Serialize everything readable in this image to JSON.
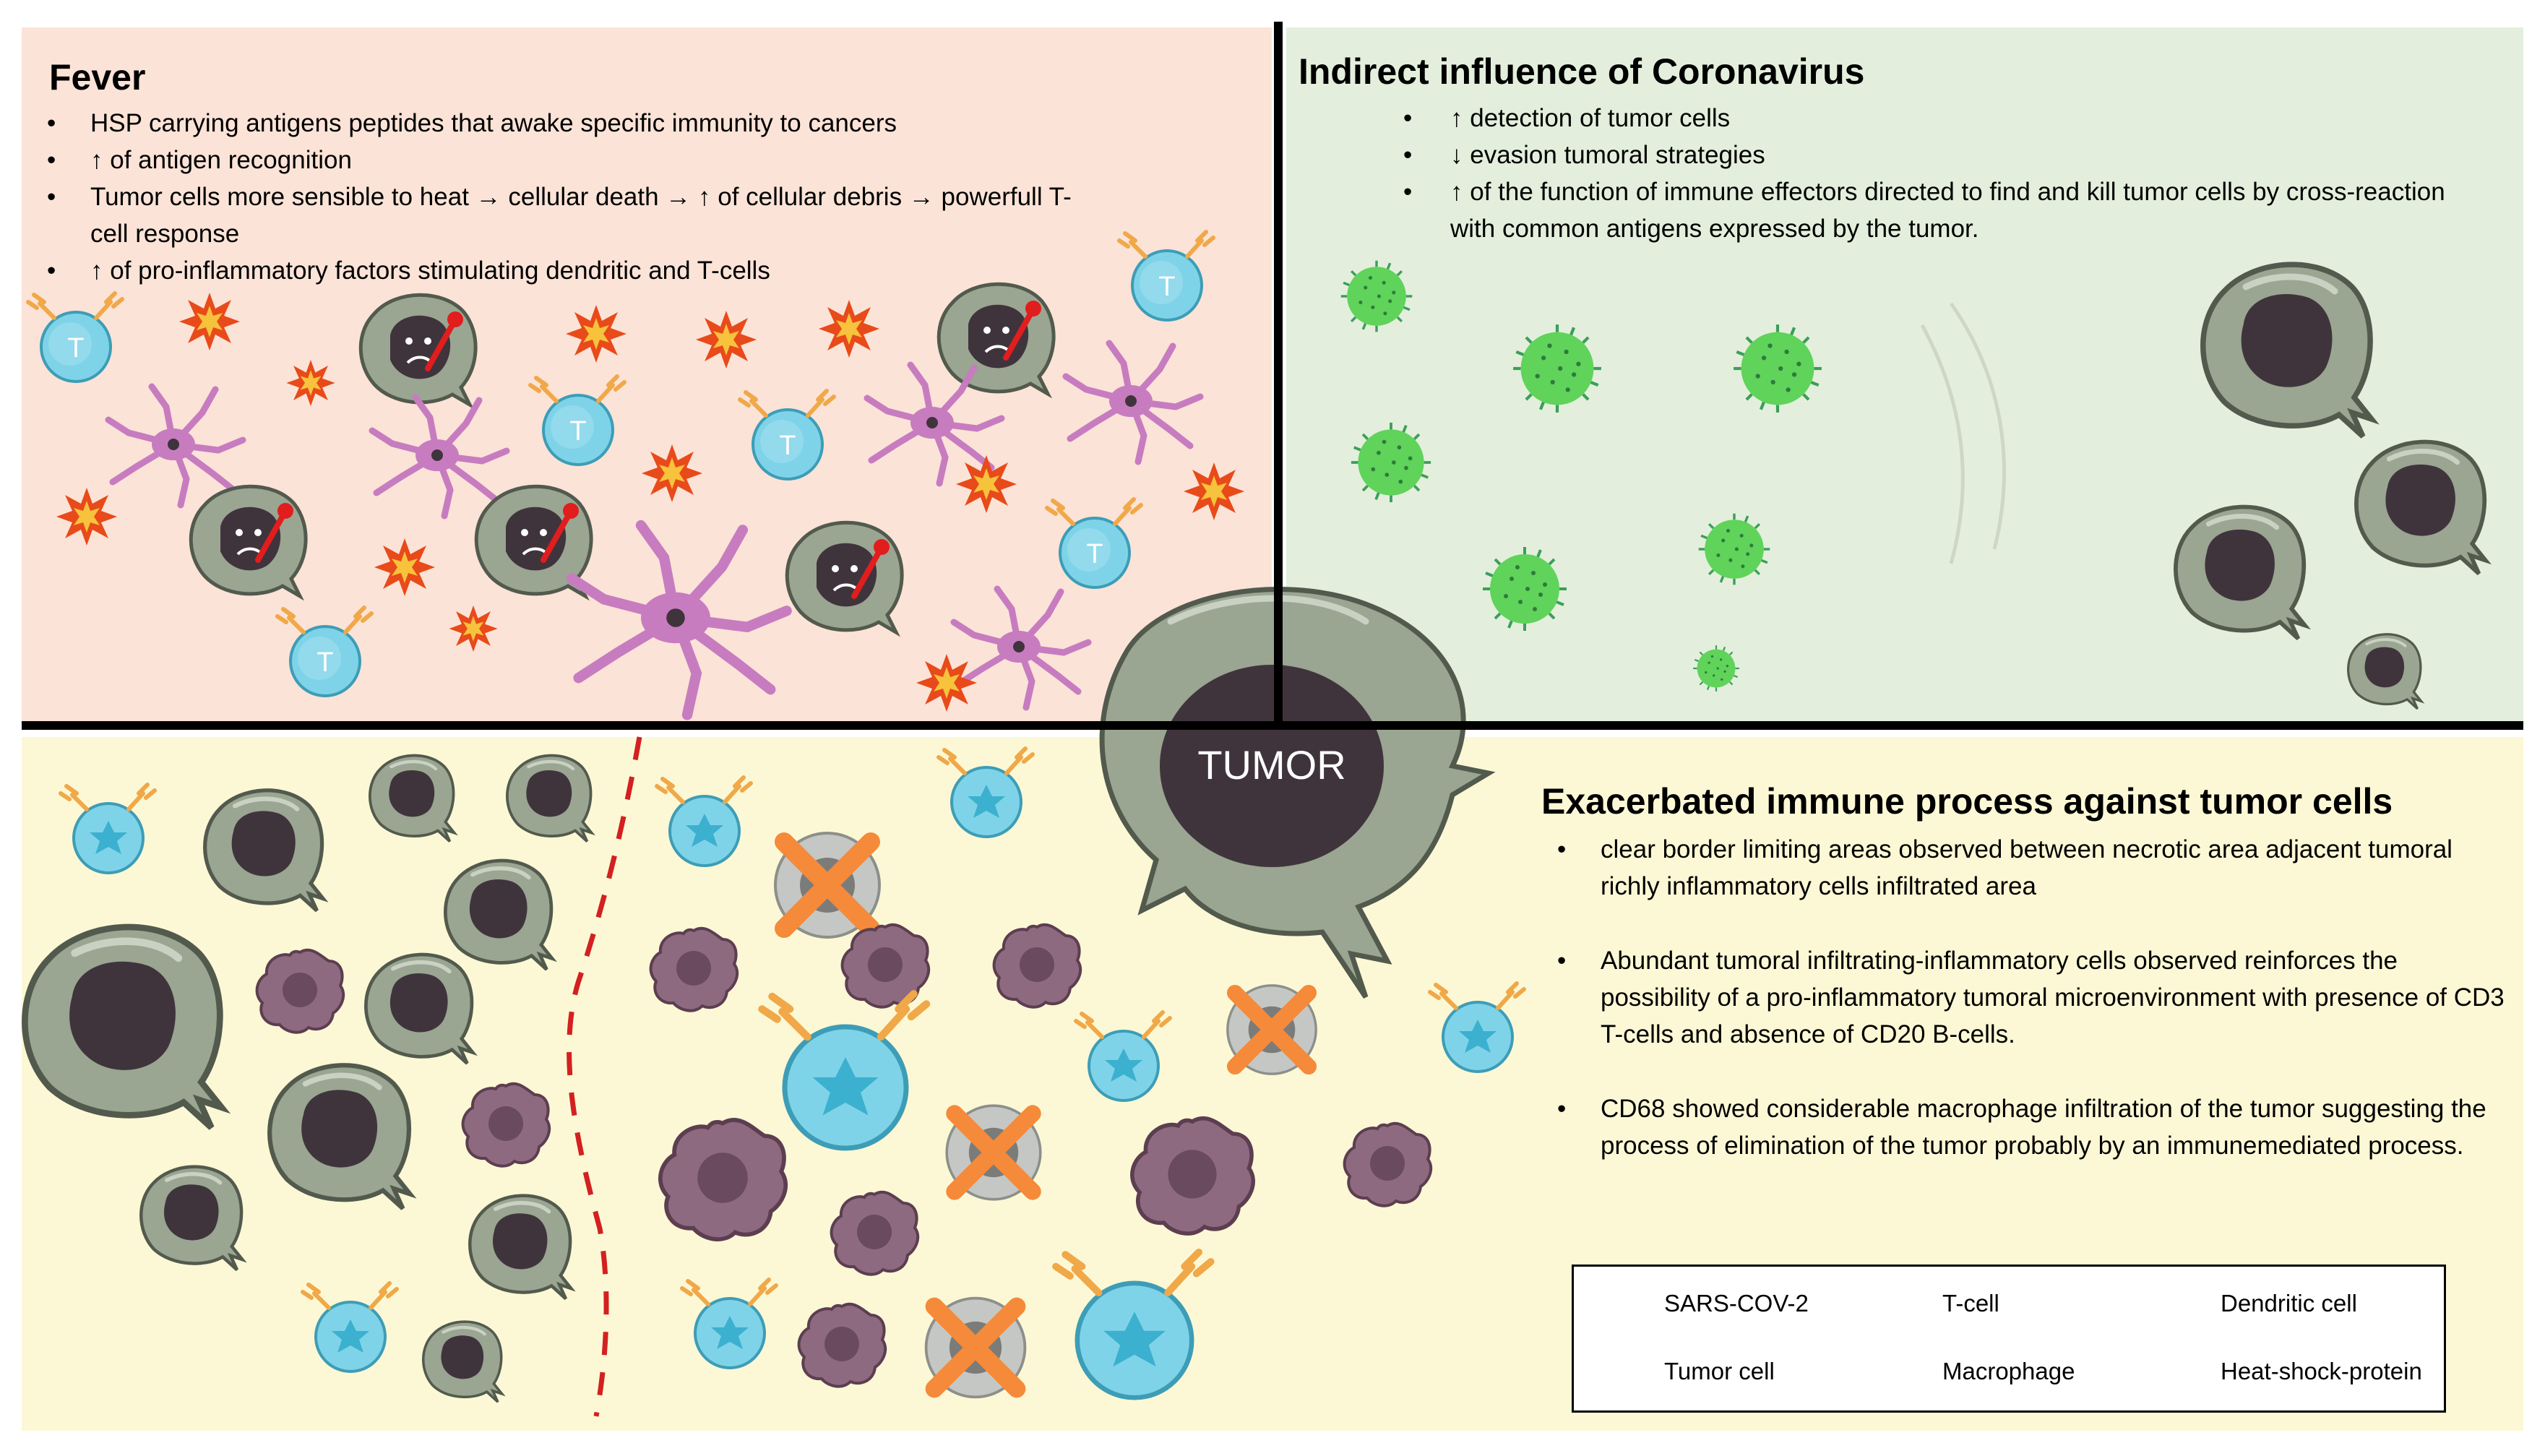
{
  "fever": {
    "title": "Fever",
    "bullets": [
      "HSP carrying antigens peptides that awake specific immunity to cancers",
      "↑ of antigen recognition",
      "Tumor cells more sensible to heat → cellular death → ↑  of cellular debris → powerfull T-cell response",
      "↑ of pro-inflammatory factors stimulating dendritic and T-cells"
    ]
  },
  "corona": {
    "title": "Indirect influence of Coronavirus",
    "bullets": [
      "↑ detection of tumor cells",
      "↓ evasion tumoral strategies",
      "↑  of the function of immune effectors directed to find and kill tumor cells by cross-reaction with common antigens expressed by the tumor."
    ]
  },
  "immune": {
    "title": "Exacerbated immune process against tumor cells",
    "bullets": [
      "clear border limiting areas observed between necrotic area adjacent tumoral richly inflammatory cells infiltrated area",
      "Abundant tumoral infiltrating-inflammatory cells observed reinforces the possibility of a pro-inflammatory tumoral microenvironment with presence of CD3 T-cells and absence of CD20 B-cells.",
      "CD68 showed considerable macrophage infiltration of the tumor suggesting the process of elimination of the tumor probably by an immunemediated process."
    ]
  },
  "tumor_label": "TUMOR",
  "tcell_letter": "T",
  "legend": {
    "sars": "SARS-COV-2",
    "tcell": "T-cell",
    "dendritic": "Dendritic cell",
    "tumor": "Tumor cell",
    "macrophage": "Macrophage",
    "hsp": "Heat-shock-protein"
  },
  "colors": {
    "fever_bg": "#fbe3d7",
    "corona_bg": "#e3efdc",
    "immune_bg": "#fcf8d5",
    "virus": "#5fd35a",
    "tcell": "#7fd3e8",
    "tumor_cell": "#9aa592",
    "nucleus": "#3f343c",
    "macrophage": "#8e6a80",
    "dendritic": "#c77cc0",
    "hsp": "#e84a1a",
    "cross": "#f58a3a",
    "border_line": "#d32020"
  }
}
